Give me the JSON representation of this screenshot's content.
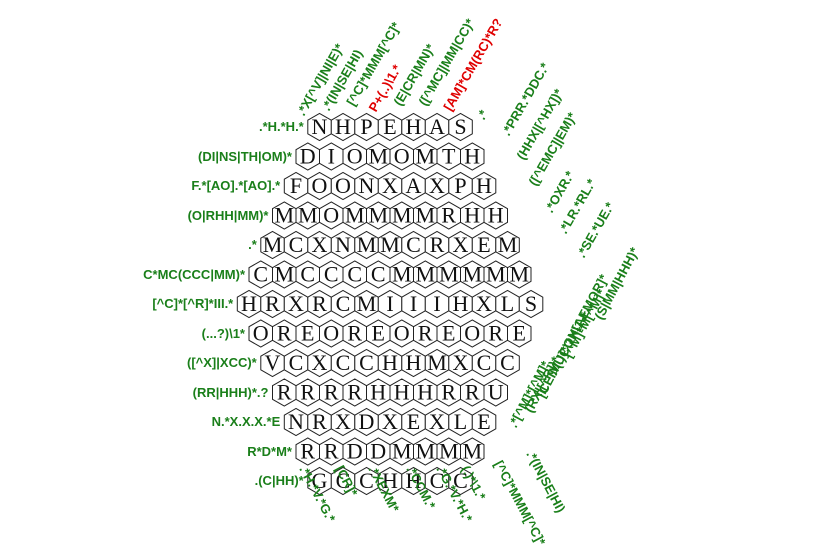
{
  "puzzle": {
    "colors": {
      "hex_stroke": "#222222",
      "hex_fill": "#ffffff",
      "clue_green": "#1a7f1a",
      "clue_red": "#e00000",
      "letter": "#111111"
    },
    "rows": [
      {
        "clue": ".*H.*H.*",
        "letters": [
          "N",
          "H",
          "P",
          "E",
          "H",
          "A",
          "S"
        ]
      },
      {
        "clue": "(DI|NS|TH|OM)*",
        "letters": [
          "D",
          "I",
          "O",
          "M",
          "O",
          "M",
          "T",
          "H"
        ]
      },
      {
        "clue": "F.*[AO].*[AO].*",
        "letters": [
          "F",
          "O",
          "O",
          "N",
          "X",
          "A",
          "X",
          "P",
          "H"
        ]
      },
      {
        "clue": "(O|RHH|MM)*",
        "letters": [
          "M",
          "M",
          "O",
          "M",
          "M",
          "M",
          "M",
          "R",
          "H",
          "H"
        ]
      },
      {
        "clue": ".*",
        "letters": [
          "M",
          "C",
          "X",
          "N",
          "M",
          "M",
          "C",
          "R",
          "X",
          "E",
          "M"
        ]
      },
      {
        "clue": "C*MC(CCC|MM)*",
        "letters": [
          "C",
          "M",
          "C",
          "C",
          "C",
          "C",
          "M",
          "M",
          "M",
          "M",
          "M",
          "M"
        ]
      },
      {
        "clue": "[^C]*[^R]*III.*",
        "letters": [
          "H",
          "R",
          "X",
          "R",
          "C",
          "M",
          "I",
          "I",
          "I",
          "H",
          "X",
          "L",
          "S"
        ]
      },
      {
        "clue": "(...?)\\1*",
        "letters": [
          "O",
          "R",
          "E",
          "O",
          "R",
          "E",
          "O",
          "R",
          "E",
          "O",
          "R",
          "E"
        ]
      },
      {
        "clue": "([^X]|XCC)*",
        "letters": [
          "V",
          "C",
          "X",
          "C",
          "C",
          "H",
          "H",
          "M",
          "X",
          "C",
          "C"
        ]
      },
      {
        "clue": "(RR|HHH)*.?",
        "letters": [
          "R",
          "R",
          "R",
          "R",
          "H",
          "H",
          "H",
          "R",
          "R",
          "U"
        ]
      },
      {
        "clue": "N.*X.X.X.*E",
        "letters": [
          "N",
          "R",
          "X",
          "D",
          "X",
          "E",
          "X",
          "L",
          "E"
        ]
      },
      {
        "clue": "R*D*M*",
        "letters": [
          "R",
          "R",
          "D",
          "D",
          "M",
          "M",
          "M",
          "M"
        ]
      },
      {
        "clue": ".(C|HH)*",
        "letters": [
          "G",
          "C",
          "C",
          "H",
          "H",
          "C",
          "C"
        ]
      }
    ],
    "top_clues": [
      {
        "text": ".*X[^V]|NI|E)*",
        "color": "green"
      },
      {
        "text": ".*(IN|SE|HI)",
        "color": "green"
      },
      {
        "text": "[^C]*MMM[^C]*",
        "color": "green"
      },
      {
        "text": "P+(..)\\1.*",
        "color": "red"
      },
      {
        "text": "(E|CR|MN)*",
        "color": "green"
      },
      {
        "text": "([^MC]|MM|CC)*",
        "color": "green"
      },
      {
        "text": "[AM]*CM(RC)*R?",
        "color": "red"
      },
      {
        "text": ".*",
        "color": "green"
      },
      {
        "text": ".*PRR.*DDC.*",
        "color": "green"
      },
      {
        "text": "(HHX|[^HX])*",
        "color": "green"
      },
      {
        "text": "([^EMC]|EM)*",
        "color": "green"
      },
      {
        "text": ".*OXR.*",
        "color": "green"
      },
      {
        "text": ".*LR.*RL.*",
        "color": "green"
      },
      {
        "text": ".*SE.*UE.*",
        "color": "green"
      }
    ],
    "right_clues": [
      {
        "text": "(S|MM|HHH)*",
        "color": "green"
      },
      {
        "text": "[^M]*M[^M]*",
        "color": "green"
      },
      {
        "text": ".*(.)C\\1X\\1.*",
        "color": "green"
      },
      {
        "text": "[CEIMU]*OH[AEMOR]*",
        "color": "green"
      },
      {
        "text": "(RX|[^R])*",
        "color": "green"
      },
      {
        "text": ".*[^M]*[^M]*",
        "color": "green"
      }
    ],
    "bottom_clues": [
      {
        "text": ".*H.*V.*G.*",
        "color": "green"
      },
      {
        "text": "[CR]*",
        "color": "green"
      },
      {
        "text": ".*XEXM*",
        "color": "green"
      },
      {
        "text": ".*CCM.*",
        "color": "green"
      },
      {
        "text": ".*G.*V.*H.*",
        "color": "green"
      },
      {
        "text": "(.)*\\1.*",
        "color": "green"
      },
      {
        "text": "[^C]*MMM[^C]*",
        "color": "green"
      },
      {
        "text": ".*(IN|SE|HI)",
        "color": "green"
      }
    ]
  }
}
